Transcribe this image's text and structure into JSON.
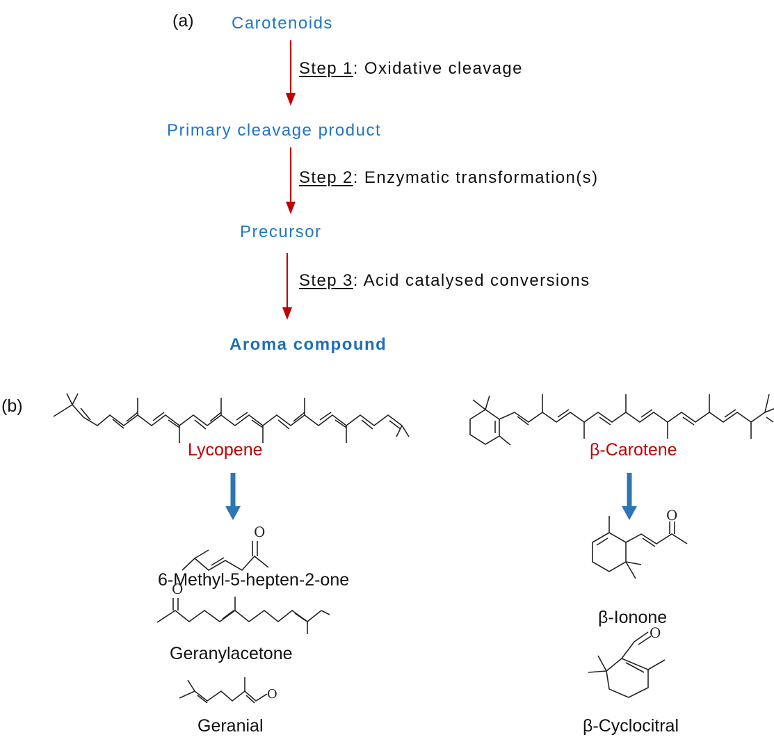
{
  "panel_a": {
    "label": "(a)",
    "nodes": {
      "start": "Carotenoids",
      "primary": "Primary cleavage product",
      "precursor": "Precursor",
      "final": "Aroma compound"
    },
    "steps": [
      {
        "key": "Step 1",
        "text": ": Oxidative cleavage"
      },
      {
        "key": "Step 2",
        "text": ": Enzymatic transformation(s)"
      },
      {
        "key": "Step 3",
        "text": ": Acid catalysed conversions"
      }
    ],
    "arrow_color": "#c00000",
    "node_color": "#2176c4"
  },
  "panel_b": {
    "label": "(b)",
    "left": {
      "name": "Lycopene",
      "products": [
        "6-Methyl-5-hepten-2-one",
        "Geranylacetone",
        "Geranial"
      ]
    },
    "right": {
      "name": "β-Carotene",
      "products": [
        "β-Ionone",
        "β-Cyclocitral"
      ]
    },
    "atom_oxygen": "O",
    "arrow_color": "#2e75b6",
    "name_color": "#c00000"
  }
}
